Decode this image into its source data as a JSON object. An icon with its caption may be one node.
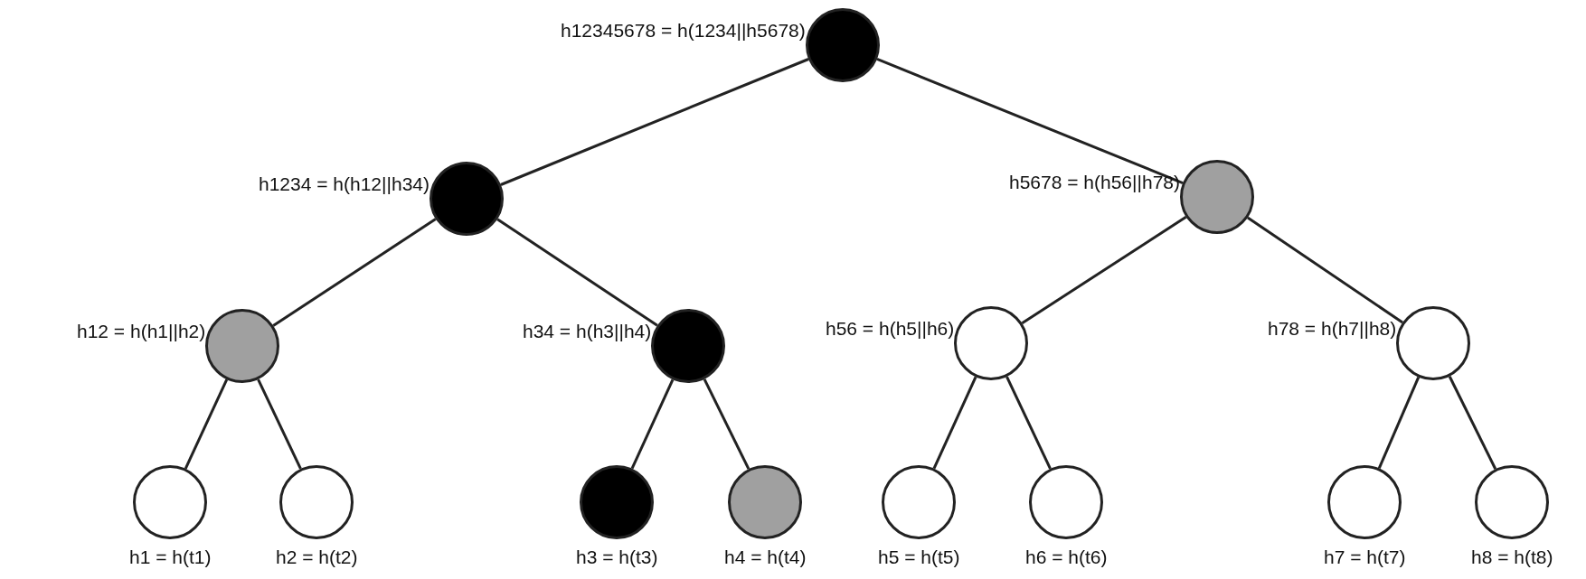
{
  "diagram": {
    "nodes": [
      {
        "text": [
          "h12345678 = h(1234||h5678)"
        ]
      },
      {
        "text": [
          "h1234 = h(h12||h34)"
        ]
      },
      {
        "text": [
          "h5678 = h(h56||h78)"
        ]
      },
      {
        "text": [
          "h12 = h(h1||h2)"
        ]
      },
      {
        "text": [
          "h34 = h(h3||h4)"
        ]
      },
      {
        "text": [
          "h56 = h(h5||h6)"
        ]
      },
      {
        "text": [
          "h78 = h(h7||h8)"
        ]
      },
      {
        "text": [
          "h1 = h(t1)"
        ]
      },
      {
        "text": [
          "h2 = h(t2)"
        ]
      },
      {
        "text": [
          "h3 = h(t3)"
        ]
      },
      {
        "text": [
          "h4 = h(t4)"
        ]
      },
      {
        "text": [
          "h5 = h(t5)"
        ]
      },
      {
        "text": [
          "h6 = h(t6)"
        ]
      },
      {
        "text": [
          "h7 = h(t7)"
        ]
      },
      {
        "text": [
          "h8 = h(t8)"
        ]
      }
    ],
    "edges": [
      {
        "from": 0,
        "to": 1,
        "arrow": "none"
      },
      {
        "from": 0,
        "to": 2,
        "arrow": "none"
      },
      {
        "from": 1,
        "to": 3,
        "arrow": "none"
      },
      {
        "from": 1,
        "to": 4,
        "arrow": "none"
      },
      {
        "from": 2,
        "to": 5,
        "arrow": "none"
      },
      {
        "from": 2,
        "to": 6,
        "arrow": "none"
      },
      {
        "from": 3,
        "to": 7,
        "arrow": "none"
      },
      {
        "from": 3,
        "to": 8,
        "arrow": "none"
      },
      {
        "from": 4,
        "to": 9,
        "arrow": "none"
      },
      {
        "from": 4,
        "to": 10,
        "arrow": "none"
      },
      {
        "from": 5,
        "to": 11,
        "arrow": "none"
      },
      {
        "from": 5,
        "to": 12,
        "arrow": "none"
      },
      {
        "from": 6,
        "to": 13,
        "arrow": "none"
      },
      {
        "from": 6,
        "to": 14,
        "arrow": "none"
      }
    ]
  }
}
